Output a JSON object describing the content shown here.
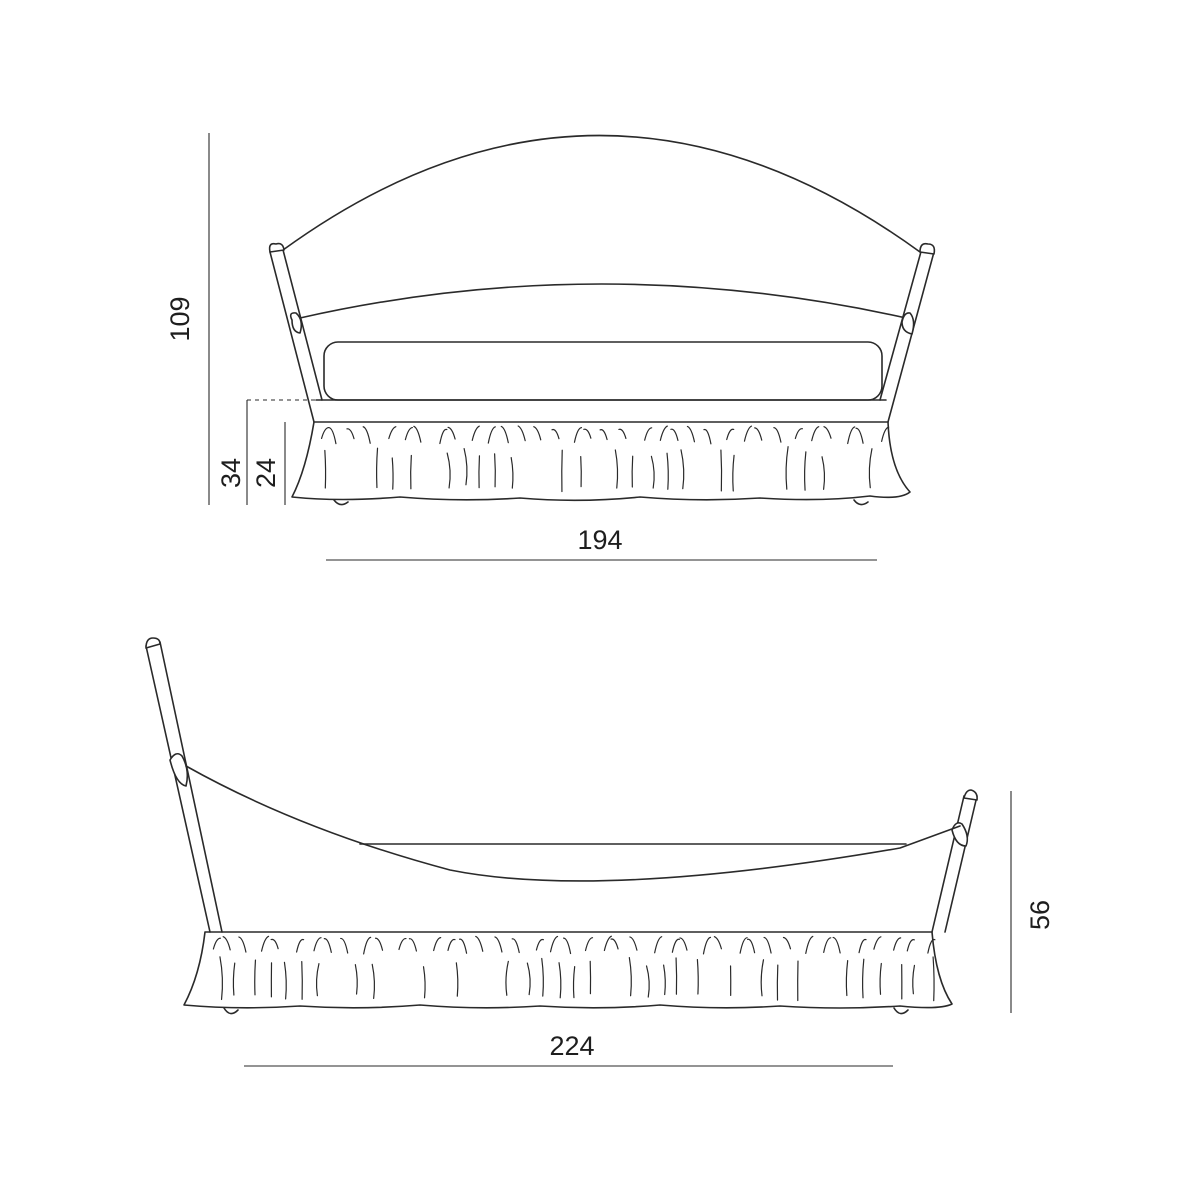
{
  "front_view": {
    "height_total": "109",
    "height_seat": "34",
    "height_skirt": "24",
    "width": "194"
  },
  "side_view": {
    "length": "224",
    "height": "56"
  },
  "colors": {
    "line": "#2a2a2a",
    "background": "#ffffff"
  }
}
